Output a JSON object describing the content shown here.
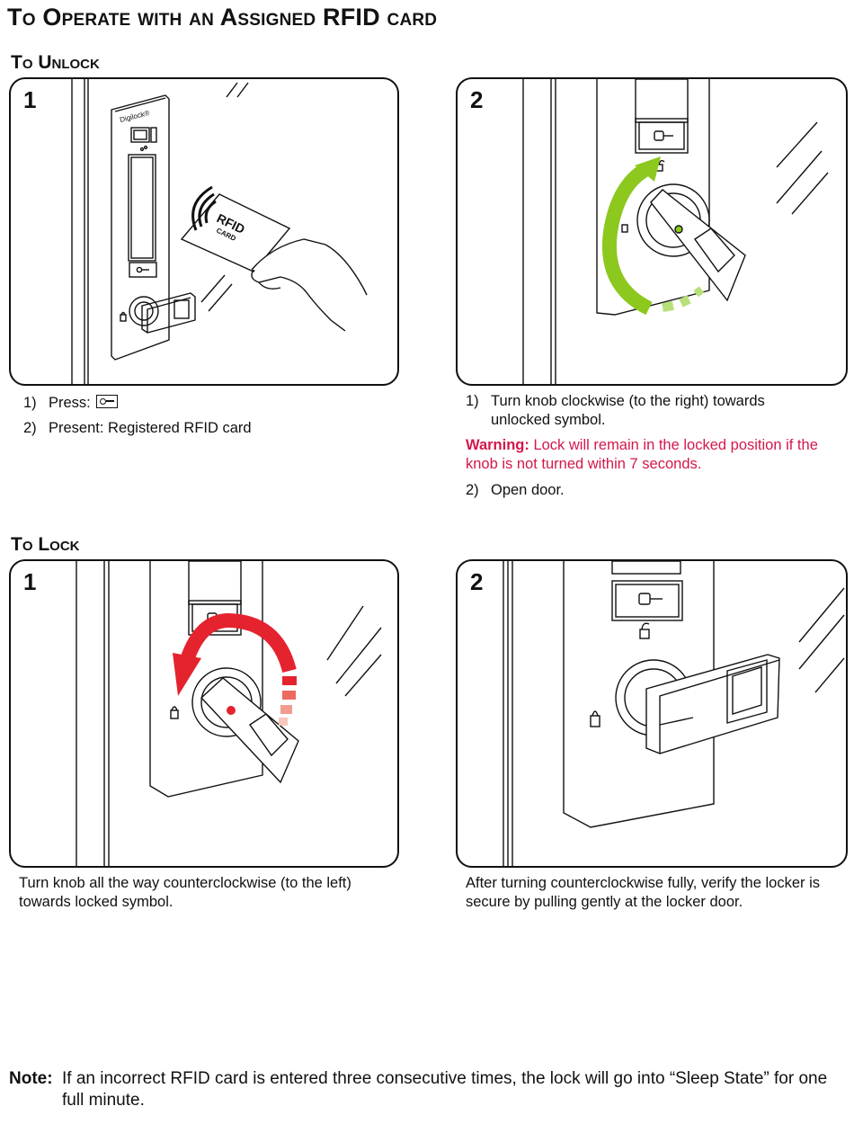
{
  "title": "To Operate with an Assigned RFID card",
  "unlock": {
    "heading": "To Unlock",
    "panel1": {
      "number": "1",
      "brand": "Digilock®",
      "card_line1": "RFID",
      "card_line2": "CARD"
    },
    "panel2": {
      "number": "2"
    },
    "steps1": [
      {
        "num": "1)",
        "text": "Press:"
      },
      {
        "num": "2)",
        "text": "Present: Registered RFID card"
      }
    ],
    "steps2": {
      "item1_num": "1)",
      "item1_text": "Turn knob clockwise (to the right) towards unlocked symbol.",
      "warning_label": "Warning:",
      "warning_text": " Lock will remain in the locked position if the knob is not turned within 7 seconds.",
      "item2_num": "2)",
      "item2_text": "Open door."
    }
  },
  "lock": {
    "heading": "To Lock",
    "panel1": {
      "number": "1",
      "caption": "Turn knob all the way counterclockwise (to the left) towards locked symbol."
    },
    "panel2": {
      "number": "2",
      "caption": "After turning counterclockwise fully, verify the locker is secure by pulling gently at the locker door."
    }
  },
  "note": {
    "label": "Note:",
    "text": "If an incorrect RFID card is entered three consecutive times, the lock will go into “Sleep State” for one full minute."
  },
  "colors": {
    "warning": "#d4174a",
    "unlock_arrow": "#8cc81e",
    "lock_arrow": "#e5232f"
  },
  "icons": [
    "key-button-icon",
    "unlocked-padlock-icon",
    "locked-padlock-icon",
    "rfid-wave-icon",
    "hand-icon"
  ]
}
